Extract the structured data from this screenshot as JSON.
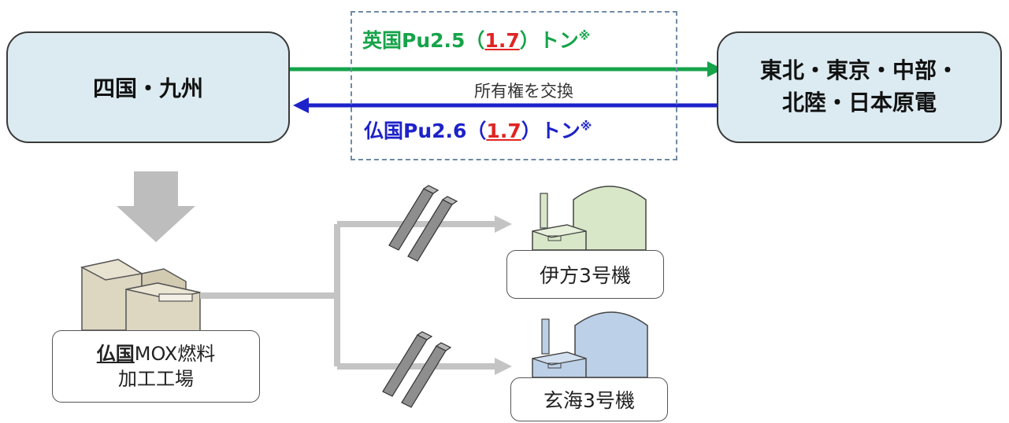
{
  "left_box": {
    "text": "四国・九州"
  },
  "right_box": {
    "line1": "東北・東京・中部・",
    "line2": "北陸・日本原電"
  },
  "uk_trade": {
    "prefix": "英国Pu2.5（",
    "value": "1.7",
    "suffix": "）トン",
    "note": "※"
  },
  "fr_trade": {
    "prefix": "仏国Pu2.6（",
    "value": "1.7",
    "suffix": "）トン",
    "note": "※"
  },
  "exchange_label": "所有権を交換",
  "factory": {
    "country": "仏国",
    "line1_rest": "MOX燃料",
    "line2": "加工工場"
  },
  "plants": {
    "ikata": "伊方3号機",
    "genkai": "玄海3号機"
  },
  "colors": {
    "uk_arrow": "#16a34a",
    "fr_arrow": "#1d22c9",
    "highlight": "#e02424",
    "box_fill": "#dcebf1",
    "ikata_dome": "#d8e7c8",
    "genkai_dome": "#bcd0e7",
    "factory_fill": "#ddd6c1",
    "flow_gray": "#c4c4c4"
  }
}
